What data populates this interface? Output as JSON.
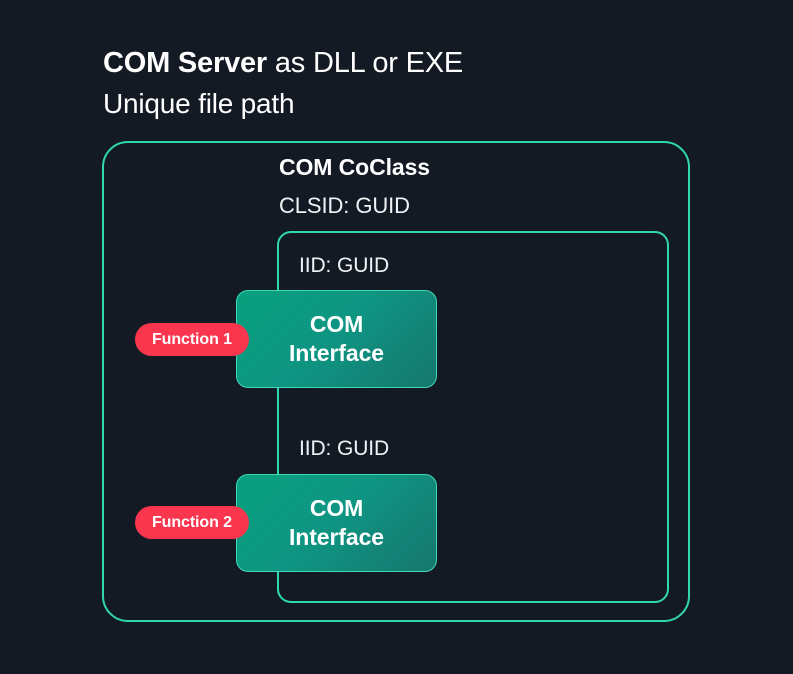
{
  "heading": {
    "title_strong": "COM Server",
    "title_rest": " as DLL or EXE",
    "subtitle": "Unique file path"
  },
  "coclass": {
    "title": "COM CoClass",
    "clsid": "CLSID: GUID"
  },
  "interfaces": [
    {
      "iid": "IID: GUID",
      "name_line1": "COM",
      "name_line2": "Interface",
      "function_label": "Function 1"
    },
    {
      "iid": "IID: GUID",
      "name_line1": "COM",
      "name_line2": "Interface",
      "function_label": "Function 2"
    }
  ],
  "colors": {
    "background": "#141a24",
    "border_teal": "#2fd6ae",
    "card_gradient_start": "#07a07d",
    "card_gradient_end": "#17776f",
    "card_border": "#3fd9b5",
    "pill_red": "#fa364f",
    "text_primary": "#ffffff"
  }
}
